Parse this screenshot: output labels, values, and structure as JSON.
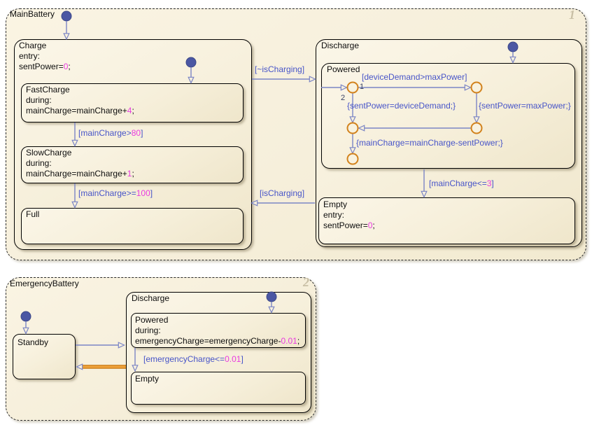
{
  "main_battery": {
    "title": "MainBattery",
    "page_badge": "1",
    "t_not_charging": "[~isCharging]",
    "t_charging": "[isCharging]",
    "charge": {
      "title": "Charge",
      "entry_label": "entry:",
      "entry_pre": "sentPower=",
      "entry_num": "0",
      "entry_post": ";",
      "fast": {
        "title": "FastCharge",
        "during_label": "during:",
        "pre": "mainCharge=mainCharge+",
        "num": "4",
        "post": ";"
      },
      "t_fast_slow_pre": "[mainCharge>",
      "t_fast_slow_num": "80",
      "t_fast_slow_post": "]",
      "slow": {
        "title": "SlowCharge",
        "during_label": "during:",
        "pre": "mainCharge=mainCharge+",
        "num": "1",
        "post": ";"
      },
      "t_slow_full_pre": "[mainCharge>=",
      "t_slow_full_num": "100",
      "t_slow_full_post": "]",
      "full": {
        "title": "Full"
      }
    },
    "discharge": {
      "title": "Discharge",
      "powered": {
        "title": "Powered",
        "port_1": "1",
        "port_2": "2",
        "guard_demand": "[deviceDemand>maxPower]",
        "action_sent_demand": "{sentPower=deviceDemand;}",
        "action_sent_max": "{sentPower=maxPower;}",
        "action_main_charge": "{mainCharge=mainCharge-sentPower;}"
      },
      "t_empty_pre": "[mainCharge<=",
      "t_empty_num": "3",
      "t_empty_post": "]",
      "empty": {
        "title": "Empty",
        "entry_label": "entry:",
        "pre": "sentPower=",
        "num": "0",
        "post": ";"
      }
    }
  },
  "emergency_battery": {
    "title": "EmergencyBattery",
    "page_badge": "2",
    "standby": {
      "title": "Standby"
    },
    "discharge": {
      "title": "Discharge",
      "powered": {
        "title": "Powered",
        "during_label": "during:",
        "pre": "emergencyCharge=emergencyCharge-",
        "num": "0.01",
        "post": ";"
      },
      "t_empty_pre": "[emergencyCharge<=",
      "t_empty_num": "0.01",
      "t_empty_post": "]",
      "empty": {
        "title": "Empty"
      }
    }
  },
  "colors": {
    "state_fill": "#f7f0dc",
    "transition_line": "#7b85c5",
    "label_blue": "#4754c8",
    "literal_magenta": "#e93be0",
    "junction_orange": "#d2821c",
    "default_dot_blue": "#4b57a3",
    "highlight_orange": "#e0912a"
  }
}
